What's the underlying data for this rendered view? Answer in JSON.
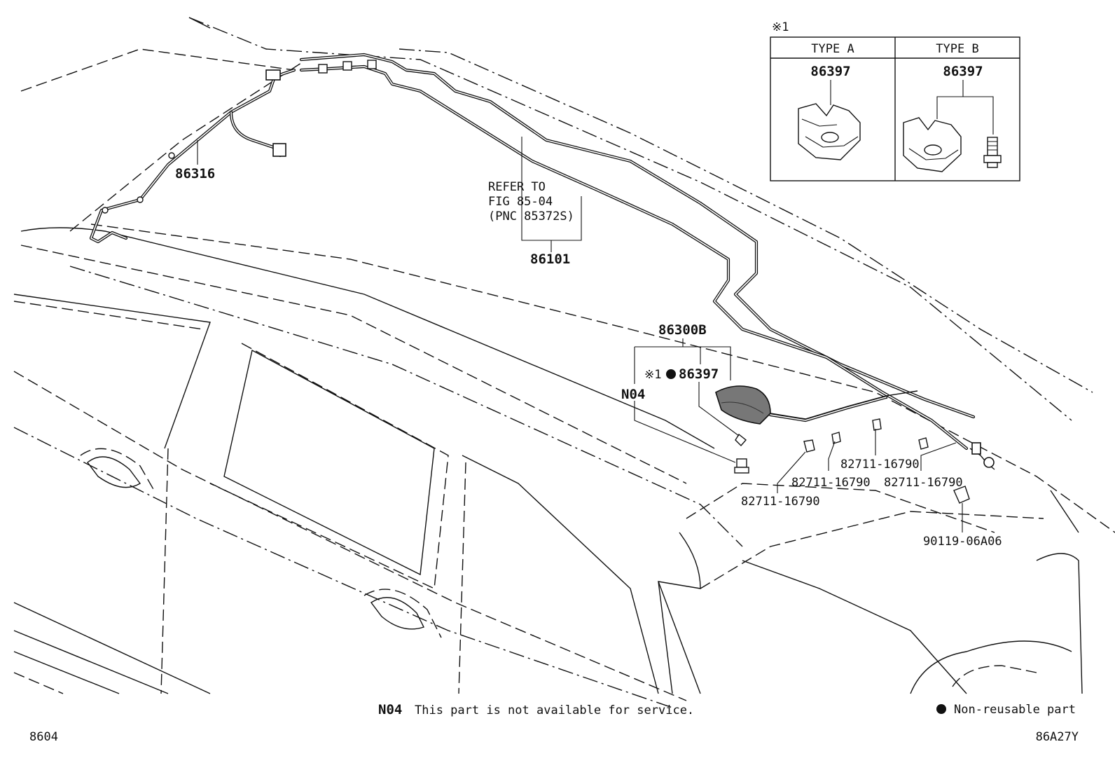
{
  "note_marker": "※1",
  "types": {
    "type_a": {
      "header": "TYPE A",
      "part": "86397"
    },
    "type_b": {
      "header": "TYPE B",
      "part": "86397"
    }
  },
  "labels": {
    "harness_front": "86316",
    "refer_line1": "REFER TO",
    "refer_line2": "FIG 85-04",
    "refer_line3": "(PNC 85372S)",
    "harness_main": "86101",
    "antenna_assy": "86300B",
    "antenna_base_mark": "※1",
    "antenna_base": "86397",
    "not_serviced": "N04",
    "clip_1": "82711-16790",
    "clip_2": "82711-16790",
    "clip_3": "82711-16790",
    "bolt": "90119-06A06"
  },
  "legend": {
    "n04_code": "N04",
    "n04_text": "This part is not available for service.",
    "nonreusable_text": "Non-reusable part"
  },
  "footer": {
    "fig_number": "8604",
    "drawing_code": "86A27Y"
  },
  "colors": {
    "ink": "#111111",
    "background": "#ffffff"
  }
}
